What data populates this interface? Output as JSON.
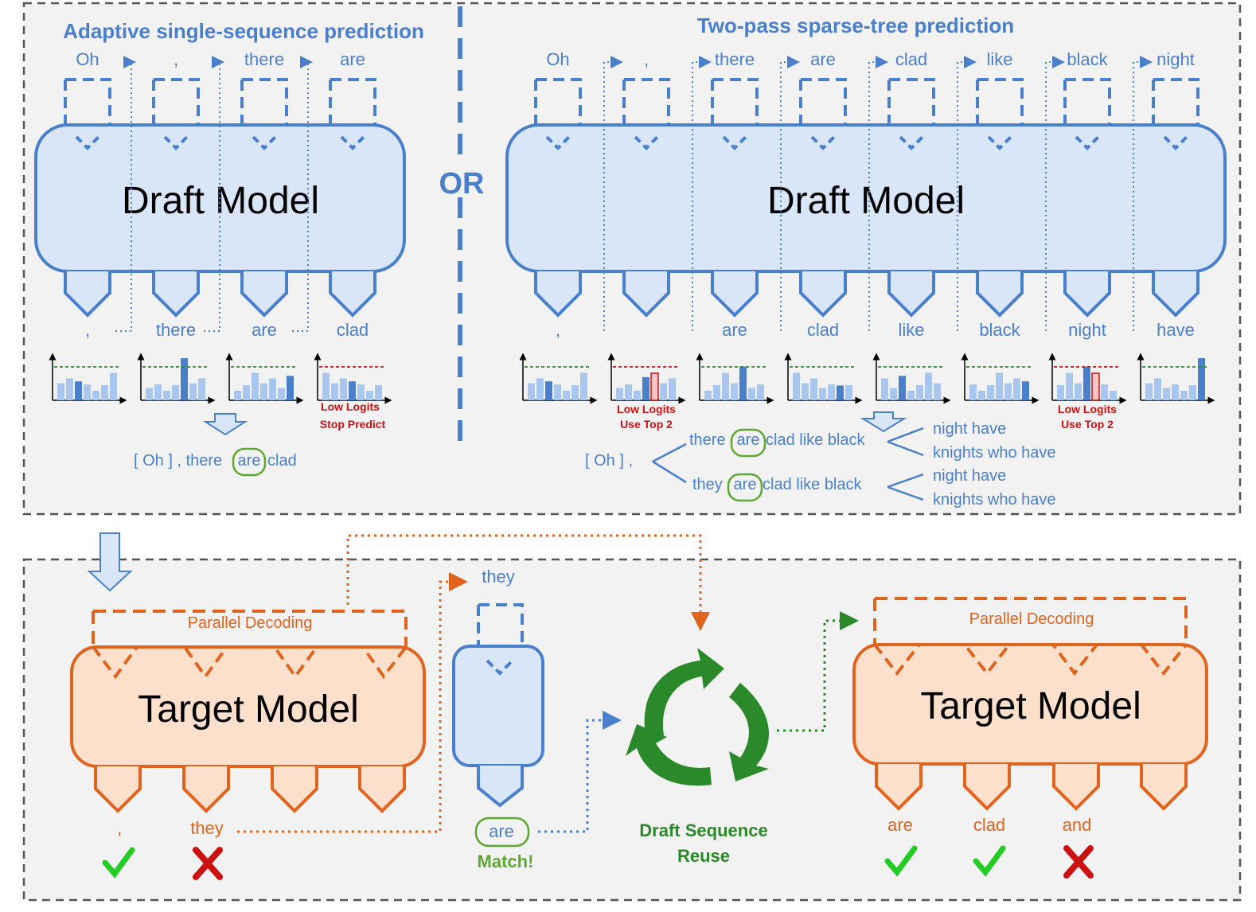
{
  "top_panel": {
    "left": {
      "title": "Adaptive single-sequence prediction",
      "inputs": [
        "Oh",
        ",",
        "there",
        "are"
      ],
      "model_label": "Draft Model",
      "outputs": [
        ",",
        "there",
        "are",
        "clad"
      ],
      "stop_note": [
        "Low Logits",
        "Stop Predict"
      ],
      "result": {
        "before": "[ Oh ] , there",
        "highlight": "are",
        "after": "clad"
      }
    },
    "divider_label": "OR",
    "right": {
      "title": "Two-pass sparse-tree prediction",
      "inputs": [
        "Oh",
        ",",
        "there",
        "are",
        "clad",
        "like",
        "black",
        "night"
      ],
      "model_label": "Draft Model",
      "outputs": [
        ",",
        "",
        "are",
        "clad",
        "like",
        "black",
        "night",
        "have"
      ],
      "top2_note": [
        "Low Logits",
        "Use Top 2"
      ],
      "tree": {
        "root": "[ Oh ] ,",
        "branch_a": {
          "before": "there",
          "highlight": "are",
          "after": "clad like black"
        },
        "branch_b": {
          "before": "they",
          "highlight": "are",
          "after": "clad like black"
        },
        "leaves": [
          "night have",
          "knights who have",
          "night have",
          "knights who have"
        ]
      }
    }
  },
  "bottom_panel": {
    "target_left": {
      "label": "Target Model",
      "decoding_label": "Parallel Decoding",
      "outputs": [
        ",",
        "they"
      ],
      "verdicts": [
        "check",
        "cross"
      ]
    },
    "draft_single": {
      "input": "they",
      "output": "are",
      "match_label": "Match!"
    },
    "reuse": {
      "label_line1": "Draft Sequence",
      "label_line2": "Reuse"
    },
    "target_right": {
      "label": "Target Model",
      "decoding_label": "Parallel Decoding",
      "outputs": [
        "are",
        "clad",
        "and"
      ],
      "verdicts": [
        "check",
        "check",
        "cross"
      ]
    }
  },
  "colors": {
    "blue": "#4a7fcc",
    "blue_fill": "#d8e6f8",
    "orange": "#e0641e",
    "orange_fill": "#fde0cc",
    "green": "#2a8a2a",
    "light_green": "#22cc22",
    "red": "#cc1111",
    "panel": "#f2f2f2"
  }
}
